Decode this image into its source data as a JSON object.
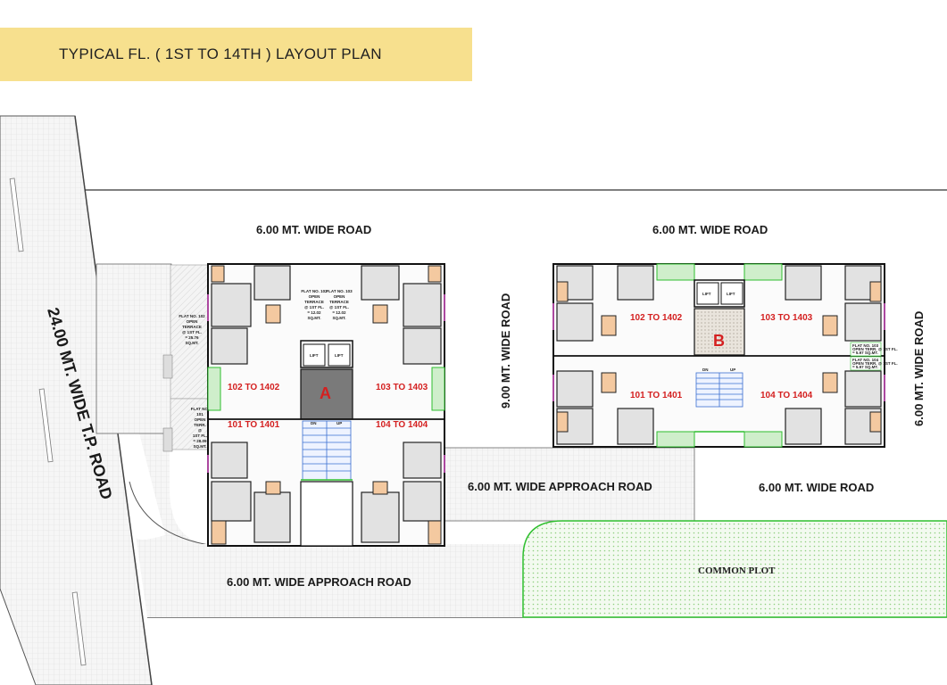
{
  "title": "TYPICAL FL. ( 1ST TO 14TH ) LAYOUT PLAN",
  "roads": {
    "main_road": "24.00 MT. WIDE T.P. ROAD",
    "top_left": "6.00 MT. WIDE ROAD",
    "top_right": "6.00 MT. WIDE ROAD",
    "middle_vertical": "9.00 MT. WIDE ROAD",
    "right_vertical": "6.00 MT. WIDE ROAD",
    "approach_middle": "6.00 MT. WIDE APPROACH ROAD",
    "bottom_right": "6.00 MT. WIDE ROAD",
    "approach_bottom": "6.00 MT. WIDE APPROACH ROAD"
  },
  "common_plot": "COMMON PLOT",
  "blocks": {
    "a": {
      "label": "A",
      "units": [
        "102 TO 1402",
        "103 TO 1403",
        "101 TO 1401",
        "104 TO 1404"
      ],
      "lift_labels": [
        "LIFT",
        "LIFT"
      ],
      "stair_labels": [
        "DN",
        "UP"
      ],
      "terrace_notes": [
        [
          "FLAT NO. 102",
          "OPEN",
          "TERRACE",
          "@ 1ST FL.",
          "= 25.76",
          "SQ.MT."
        ],
        [
          "FLAT NO. 102",
          "OPEN",
          "TERRACE",
          "@ 1ST FL.",
          "= 12.02",
          "SQ.MT."
        ],
        [
          "FLAT NO. 103",
          "OPEN",
          "TERRACE",
          "@ 1ST FL.",
          "= 12.02",
          "SQ.MT."
        ],
        [
          "FLAT NO.",
          "101",
          "OPEN",
          "TERR.",
          "@",
          "1ST FL.",
          "= 28.09",
          "SQ.MT."
        ]
      ]
    },
    "b": {
      "label": "B",
      "units": [
        "102 TO 1402",
        "103 TO 1403",
        "101 TO 1401",
        "104 TO 1404"
      ],
      "lift_labels": [
        "LIFT",
        "LIFT"
      ],
      "stair_labels": [
        "DN",
        "UP"
      ],
      "terrace_notes": [
        [
          "FLAT NO. 103",
          "OPEN TERR. @ 1ST FL.",
          "= 5.97 SQ.MT."
        ],
        [
          "FLAT NO. 104",
          "OPEN TERR. @ 1ST FL.",
          "= 5.97 SQ.MT."
        ]
      ]
    }
  },
  "colors": {
    "title_bg": "#f7e08e",
    "unit_label": "#d42020",
    "block_core": "#7a7a7a",
    "green_edge": "#2fbf2f",
    "room_fill": "#e2e2e2",
    "kitchen_fill": "#f4c9a0",
    "stair_blue": "#3a6fd1"
  }
}
